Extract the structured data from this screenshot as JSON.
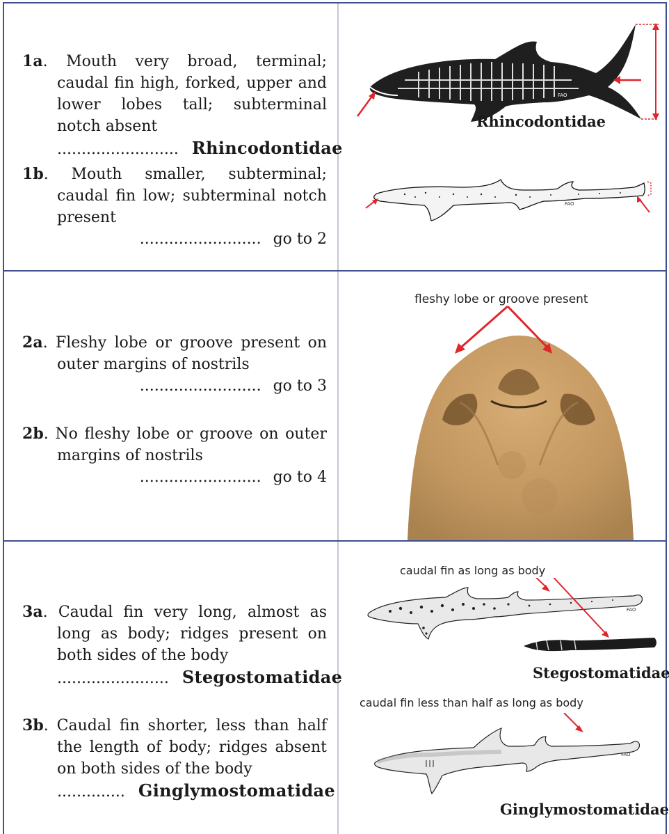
{
  "rows": [
    {
      "entries": [
        {
          "id": "1a",
          "num": "1",
          "letter": "a",
          "text": "Mouth very broad, terminal; caudal fin high, forked, upper and lower lobes tall; subterminal notch absent",
          "leader": ".........................",
          "result": "Rhincodontidae",
          "result_is_family": true
        },
        {
          "id": "1b",
          "num": "1",
          "letter": "b",
          "text": "Mouth smaller, subterminal; caudal fin low; subterminal notch present",
          "leader": ".........................",
          "result": "go to 2",
          "result_is_family": false
        }
      ],
      "figure": {
        "caption": "Rhincodontidae",
        "fao": "FAO"
      }
    },
    {
      "entries": [
        {
          "id": "2a",
          "num": "2",
          "letter": "a",
          "text": "Fleshy lobe or groove present on outer margins of nostrils",
          "leader": ".........................",
          "result": "go to 3",
          "result_is_family": false
        },
        {
          "id": "2b",
          "num": "2",
          "letter": "b",
          "text": "No fleshy lobe or groove on outer margins of nostrils",
          "leader": ".........................",
          "result": "go to 4",
          "result_is_family": false
        }
      ],
      "figure": {
        "label": "fleshy lobe or groove present"
      }
    },
    {
      "entries": [
        {
          "id": "3a",
          "num": "3",
          "letter": "a",
          "text": "Caudal fin very long, almost as long as body; ridges present on both sides of the body",
          "leader": ".......................",
          "result": "Stegostomatidae",
          "result_is_family": true
        },
        {
          "id": "3b",
          "num": "3",
          "letter": "b",
          "text": "Caudal fin shorter, less than half the length of body; ridges absent on both sides of the body",
          "leader": "..............",
          "result": "Ginglymostomatidae",
          "result_is_family": true
        }
      ],
      "figure": {
        "label_top": "caudal fin as long as body",
        "caption_top": "Stegostomatidae",
        "label_bottom": "caudal fin less than half as long as body",
        "caption_bottom": "Ginglymostomatidae",
        "fao": "FAO"
      }
    }
  ],
  "colors": {
    "border": "#3f4f8f",
    "divider": "#c3c7cf",
    "arrow": "#e0262b",
    "skin": "#c49a63"
  }
}
